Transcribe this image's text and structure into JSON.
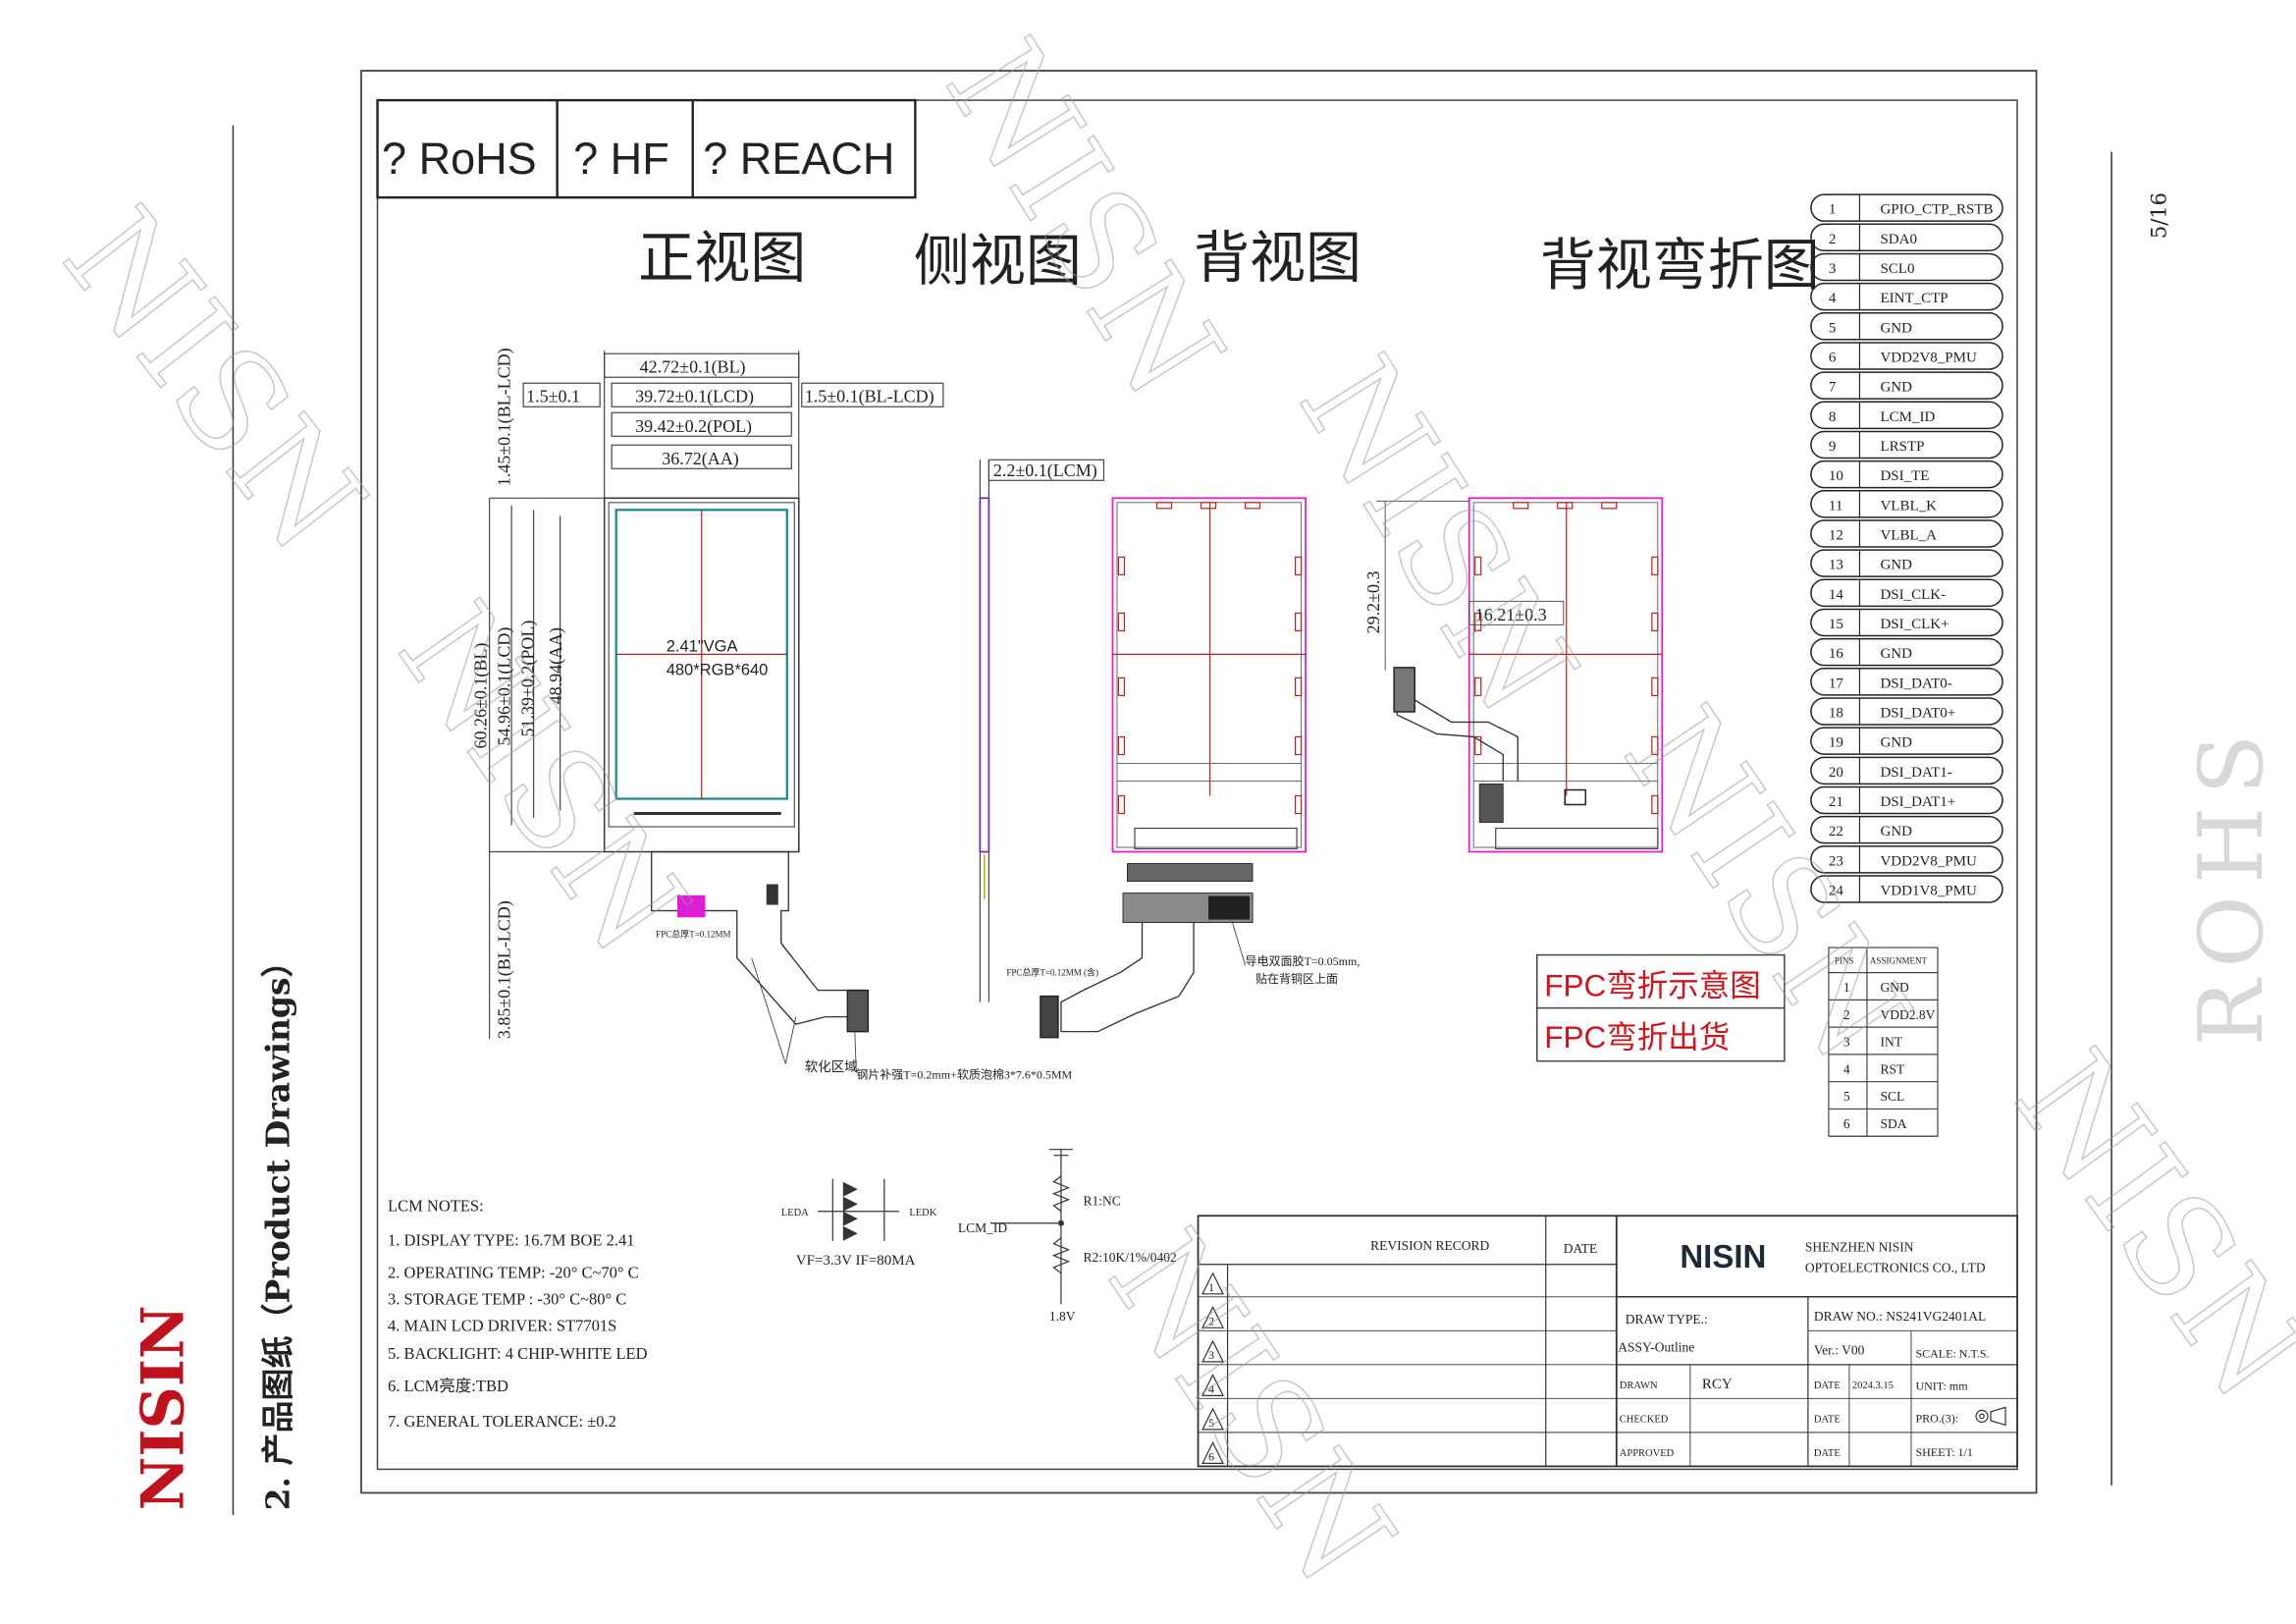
{
  "page": {
    "brand_vertical": "NISIN",
    "section_title": "2. 产品图纸（Product Drawings）",
    "page_number": "5/16",
    "rohs_vertical": "ROHS",
    "watermark_text": "NISN"
  },
  "compliance": {
    "rohs": "? RoHS",
    "hf": "? HF",
    "reach": "? REACH"
  },
  "views": {
    "front": "正视图",
    "side": "侧视图",
    "back": "背视图",
    "back_bent": "背视弯折图"
  },
  "dims": {
    "w_bl": "42.72±0.1(BL)",
    "w_lcd": "39.72±0.1(LCD)",
    "w_pol": "39.42±0.2(POL)",
    "w_aa": "36.72(AA)",
    "margin_left": "1.5±0.1",
    "margin_right": "1.5±0.1(BL-LCD)",
    "top_bl_lcd": "1.45±0.1(BL-LCD)",
    "h_bl": "60.26±0.1(BL)",
    "h_lcd": "54.96±0.1(LCD)",
    "h_pol": "51.39±0.2(POL)",
    "h_aa": "48.94(AA)",
    "bottom_bl_lcd": "3.85±0.1(BL-LCD)",
    "thickness": "2.2±0.1(LCM)",
    "bent_h": "29.2±0.3",
    "bent_w": "16.21±0.3"
  },
  "display_label": {
    "line1": "2.41\"VGA",
    "line2": "480*RGB*640"
  },
  "small_notes": {
    "fpc_front": "FPC总厚T=0.12MM",
    "soft_area": "软化区域",
    "stiffener": "钢片补强T=0.2mm+软质泡棉3*7.6*0.5MM",
    "side_note": "FPC总厚T=0.12MM (含)",
    "conductive_line1": "导电双面胶T=0.05mm,",
    "conductive_line2": "贴在背铜区上面"
  },
  "fpc_box": {
    "line1": "FPC弯折示意图",
    "line2": "FPC弯折出货"
  },
  "pins_main": [
    {
      "no": "1",
      "name": "GPIO_CTP_RSTB"
    },
    {
      "no": "2",
      "name": "SDA0"
    },
    {
      "no": "3",
      "name": "SCL0"
    },
    {
      "no": "4",
      "name": "EINT_CTP"
    },
    {
      "no": "5",
      "name": "GND"
    },
    {
      "no": "6",
      "name": "VDD2V8_PMU"
    },
    {
      "no": "7",
      "name": "GND"
    },
    {
      "no": "8",
      "name": "LCM_ID"
    },
    {
      "no": "9",
      "name": "LRSTP"
    },
    {
      "no": "10",
      "name": "DSI_TE"
    },
    {
      "no": "11",
      "name": "VLBL_K"
    },
    {
      "no": "12",
      "name": "VLBL_A"
    },
    {
      "no": "13",
      "name": "GND"
    },
    {
      "no": "14",
      "name": "DSI_CLK-"
    },
    {
      "no": "15",
      "name": "DSI_CLK+"
    },
    {
      "no": "16",
      "name": "GND"
    },
    {
      "no": "17",
      "name": "DSI_DAT0-"
    },
    {
      "no": "18",
      "name": "DSI_DAT0+"
    },
    {
      "no": "19",
      "name": "GND"
    },
    {
      "no": "20",
      "name": "DSI_DAT1-"
    },
    {
      "no": "21",
      "name": "DSI_DAT1+"
    },
    {
      "no": "22",
      "name": "GND"
    },
    {
      "no": "23",
      "name": "VDD2V8_PMU"
    },
    {
      "no": "24",
      "name": "VDD1V8_PMU"
    }
  ],
  "pins_ctp": {
    "header_pins": "PINS",
    "header_assign": "ASSIGNMENT",
    "rows": [
      {
        "no": "1",
        "name": "GND"
      },
      {
        "no": "2",
        "name": "VDD2.8V"
      },
      {
        "no": "3",
        "name": "INT"
      },
      {
        "no": "4",
        "name": "RST"
      },
      {
        "no": "5",
        "name": "SCL"
      },
      {
        "no": "6",
        "name": "SDA"
      }
    ]
  },
  "notes": {
    "title": "LCM NOTES:",
    "items": [
      "1. DISPLAY TYPE: 16.7M  BOE 2.41",
      "2. OPERATING TEMP: -20° C~70° C",
      "3. STORAGE TEMP : -30° C~80° C",
      "4. MAIN LCD DRIVER: ST7701S",
      "5. BACKLIGHT: 4 CHIP-WHITE LED",
      "6. LCM亮度:TBD",
      "7. GENERAL TOLERANCE: ±0.2"
    ]
  },
  "circuit": {
    "leda": "LEDA",
    "ledk": "LEDK",
    "spec": "VF=3.3V  IF=80MA",
    "lcm_id": "LCM_ID",
    "r1": "R1:NC",
    "r2": "R2:10K/1%/0402",
    "v18": "1.8V"
  },
  "title_block": {
    "revision_record": "REVISION RECORD",
    "date": "DATE",
    "logo": "NISIN",
    "company_line1": "SHENZHEN NISIN",
    "company_line2": "OPTOELECTRONICS CO., LTD",
    "draw_type_label": "DRAW TYPE.:",
    "draw_type_value": "ASSY-Outline",
    "draw_no": "DRAW NO.: NS241VG2401AL",
    "ver": "Ver.: V00",
    "scale": "SCALE: N.T.S.",
    "drawn": "DRAWN",
    "drawn_by": "RCY",
    "drawn_date_label": "DATE",
    "drawn_date": "2024.3.15",
    "unit": "UNIT: mm",
    "checked": "CHECKED",
    "checked_date_label": "DATE",
    "pro": "PRO.(3):",
    "approved": "APPROVED",
    "approved_date_label": "DATE",
    "sheet": "SHEET: 1/1",
    "rev_marks": [
      "1",
      "2",
      "3",
      "4",
      "5",
      "6"
    ]
  }
}
